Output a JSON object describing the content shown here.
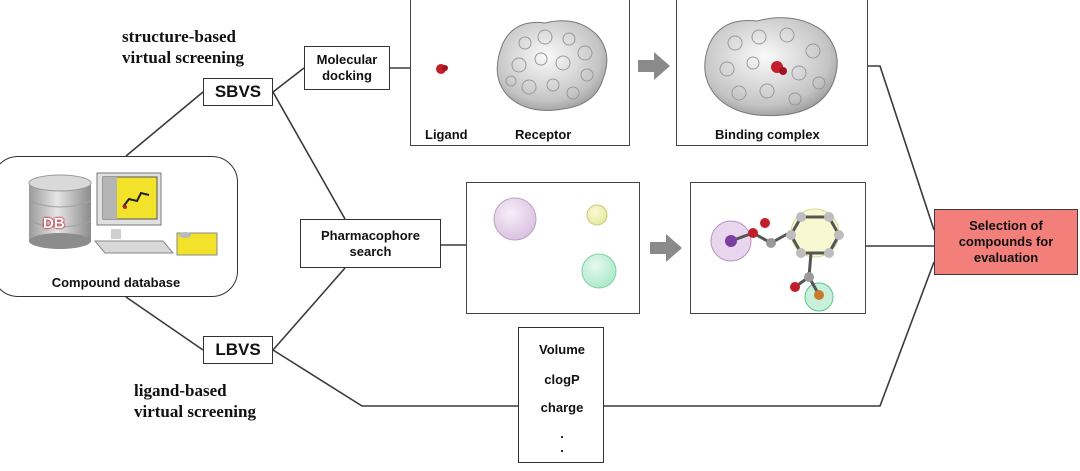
{
  "captions": {
    "sbvs_full": "structure-based\nvirtual screening",
    "lbvs_full": "ligand-based\nvirtual screening"
  },
  "nodes": {
    "sbvs": "SBVS",
    "lbvs": "LBVS",
    "docking": "Molecular\ndocking",
    "pharmacophore": "Pharmacophore\nsearch",
    "selection": "Selection of\ncompounds for\nevaluation"
  },
  "database": {
    "label": "Compound database",
    "db_text": "DB"
  },
  "panels": {
    "ligand_label": "Ligand",
    "receptor_label": "Receptor",
    "complex_label": "Binding complex"
  },
  "properties": [
    "Volume",
    "clogP",
    "charge",
    ".",
    "."
  ],
  "colors": {
    "selection_fill": "#f27f7a",
    "arrow": "#8a8a8a",
    "ligand": "#c21f2d"
  }
}
